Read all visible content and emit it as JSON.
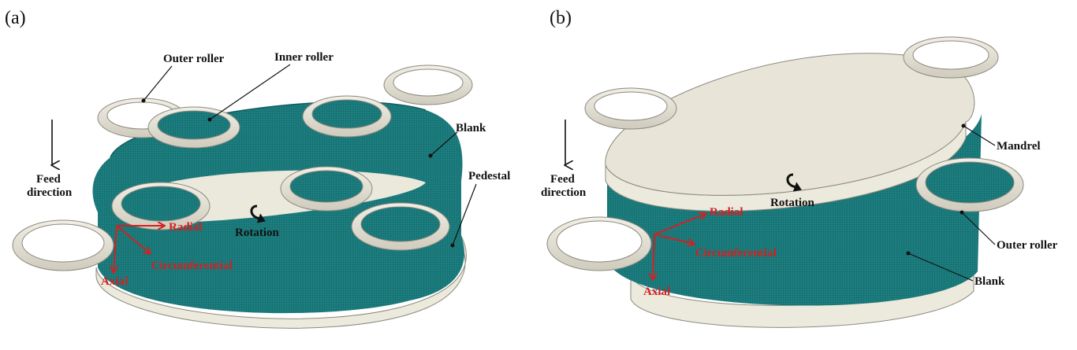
{
  "panels": [
    {
      "id": "a",
      "panel_label": "(a)",
      "feed_label_line1": "Feed",
      "feed_label_line2": "direction",
      "rotation_label": "Rotation",
      "axis_labels": {
        "radial": "Radial",
        "circumferential": "Circumferential",
        "axial": "Axial"
      },
      "callouts": {
        "outer_roller": "Outer roller",
        "inner_roller": "Inner roller",
        "blank": "Blank",
        "pedestal": "Pedestal"
      }
    },
    {
      "id": "b",
      "panel_label": "(b)",
      "feed_label_line1": "Feed",
      "feed_label_line2": "direction",
      "rotation_label": "Rotation",
      "axis_labels": {
        "radial": "Radial",
        "circumferential": "Circumferential",
        "axial": "Axial"
      },
      "callouts": {
        "mandrel": "Mandrel",
        "outer_roller": "Outer roller",
        "blank": "Blank"
      }
    }
  ],
  "colors": {
    "blank_mesh": "#1d7f80",
    "blank_mesh_dark": "#0f5c5d",
    "roller": "#e3e0d3",
    "roller_edge": "#8c897e",
    "pedestal": "#ece9dd",
    "annotation_red": "#d42020"
  }
}
